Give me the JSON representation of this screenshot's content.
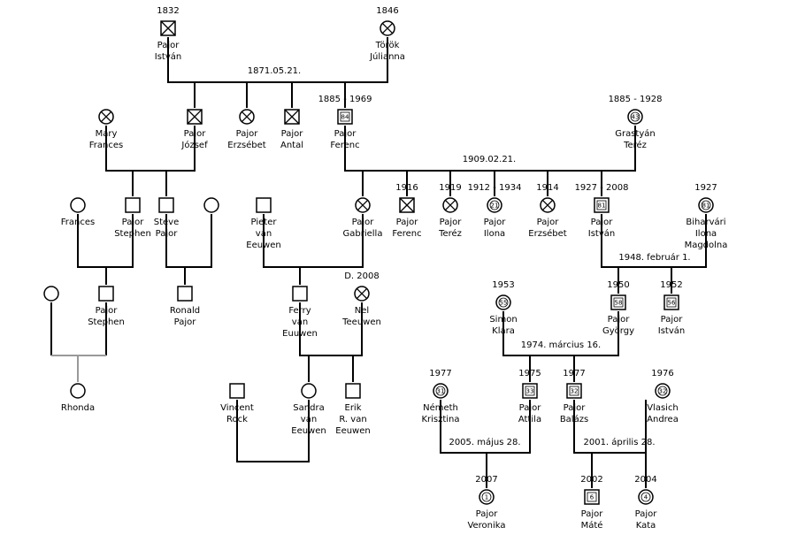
{
  "marriages": [
    {
      "id": "m1",
      "date": "1871.05.21."
    },
    {
      "id": "m2",
      "date": "1909.02.21."
    },
    {
      "id": "m3",
      "date": "1948. február 1."
    },
    {
      "id": "m4",
      "date": "1974. március 16."
    },
    {
      "id": "m5",
      "date": "2005. május 28."
    },
    {
      "id": "m6",
      "date": "2001. április 28."
    }
  ],
  "persons": [
    {
      "id": "istvan1832",
      "sex": "m",
      "deceased": true,
      "year": "1832",
      "age": "",
      "name": [
        "Pajor",
        "István"
      ]
    },
    {
      "id": "julianna",
      "sex": "f",
      "deceased": true,
      "year": "1846",
      "age": "",
      "name": [
        "Török",
        "Júlianna"
      ]
    },
    {
      "id": "mary",
      "sex": "f",
      "deceased": true,
      "year": "",
      "age": "",
      "name": [
        "Mary",
        "Frances"
      ]
    },
    {
      "id": "jozsef",
      "sex": "m",
      "deceased": true,
      "year": "",
      "age": "",
      "name": [
        "Pajor",
        "József"
      ]
    },
    {
      "id": "erzsebet1",
      "sex": "f",
      "deceased": true,
      "year": "",
      "age": "",
      "name": [
        "Pajor",
        "Erzsébet"
      ]
    },
    {
      "id": "antal",
      "sex": "m",
      "deceased": true,
      "year": "",
      "age": "",
      "name": [
        "Pajor",
        "Antal"
      ]
    },
    {
      "id": "ferenc1885",
      "sex": "m",
      "deceased": false,
      "year": "1885 - 1969",
      "age": "84",
      "name": [
        "Pajor",
        "Ferenc"
      ]
    },
    {
      "id": "grastyan",
      "sex": "f",
      "deceased": false,
      "year": "1885 - 1928",
      "age": "43",
      "name": [
        "Grastyán",
        "Teréz"
      ]
    },
    {
      "id": "frances",
      "sex": "f",
      "deceased": false,
      "year": "",
      "age": "",
      "name": [
        "Frances"
      ]
    },
    {
      "id": "stephen1",
      "sex": "m",
      "deceased": false,
      "year": "",
      "age": "",
      "name": [
        "Pajor",
        "Stephen"
      ]
    },
    {
      "id": "steve",
      "sex": "m",
      "deceased": false,
      "year": "",
      "age": "",
      "name": [
        "Steve",
        "Pajor"
      ]
    },
    {
      "id": "steve_wife",
      "sex": "f",
      "deceased": false,
      "year": "",
      "age": "",
      "name": []
    },
    {
      "id": "pieter",
      "sex": "m",
      "deceased": false,
      "year": "",
      "age": "",
      "name": [
        "Pieter",
        "van",
        "Eeuwen"
      ]
    },
    {
      "id": "gabriella",
      "sex": "f",
      "deceased": true,
      "year": "",
      "age": "",
      "name": [
        "Pajor",
        "Gabriella"
      ]
    },
    {
      "id": "ferenc1916",
      "sex": "m",
      "deceased": true,
      "year": "1916",
      "age": "",
      "name": [
        "Pajor",
        "Ferenc"
      ]
    },
    {
      "id": "terez1919",
      "sex": "f",
      "deceased": true,
      "year": "1919",
      "age": "",
      "name": [
        "Pajor",
        "Teréz"
      ]
    },
    {
      "id": "ilona1912",
      "sex": "f",
      "deceased": false,
      "year": "1912 - 1934",
      "age": "21",
      "name": [
        "Pajor",
        "Ilona"
      ]
    },
    {
      "id": "erzsebet1914",
      "sex": "f",
      "deceased": true,
      "year": "1914",
      "age": "",
      "name": [
        "Pajor",
        "Erzsébet"
      ]
    },
    {
      "id": "istvan1927",
      "sex": "m",
      "deceased": false,
      "year": "1927 - 2008",
      "age": "81",
      "name": [
        "Pajor",
        "István"
      ]
    },
    {
      "id": "biharvari",
      "sex": "f",
      "deceased": false,
      "year": "1927",
      "age": "81",
      "name": [
        "Biharvári",
        "Ilona",
        "Magdolna"
      ]
    },
    {
      "id": "stephen_wife",
      "sex": "f",
      "deceased": false,
      "year": "",
      "age": "",
      "name": []
    },
    {
      "id": "stephen2",
      "sex": "m",
      "deceased": false,
      "year": "",
      "age": "",
      "name": [
        "Pajor",
        "Stephen"
      ]
    },
    {
      "id": "ronald",
      "sex": "m",
      "deceased": false,
      "year": "",
      "age": "",
      "name": [
        "Ronald",
        "Pajor"
      ]
    },
    {
      "id": "ferry",
      "sex": "m",
      "deceased": false,
      "year": "",
      "age": "",
      "name": [
        "Ferry",
        "van",
        "Euuwen"
      ]
    },
    {
      "id": "nel",
      "sex": "f",
      "deceased": true,
      "year": "D. 2008",
      "age": "",
      "name": [
        "Nel",
        "Teeuwen"
      ]
    },
    {
      "id": "simon",
      "sex": "f",
      "deceased": false,
      "year": "1953",
      "age": "55",
      "name": [
        "Simon",
        "Klára"
      ]
    },
    {
      "id": "gyorgy",
      "sex": "m",
      "deceased": false,
      "year": "1950",
      "age": "58",
      "name": [
        "Pajor",
        "György"
      ]
    },
    {
      "id": "istvan1952",
      "sex": "m",
      "deceased": false,
      "year": "1952",
      "age": "56",
      "name": [
        "Pajor",
        "István"
      ]
    },
    {
      "id": "rhonda",
      "sex": "f",
      "deceased": false,
      "year": "",
      "age": "",
      "name": [
        "Rhonda"
      ]
    },
    {
      "id": "vincent",
      "sex": "m",
      "deceased": false,
      "year": "",
      "age": "",
      "name": [
        "Vincent",
        "Rock"
      ]
    },
    {
      "id": "sandra",
      "sex": "f",
      "deceased": false,
      "year": "",
      "age": "",
      "name": [
        "Sandra",
        "van",
        "Eeuwen"
      ]
    },
    {
      "id": "erik",
      "sex": "m",
      "deceased": false,
      "year": "",
      "age": "",
      "name": [
        "Erik",
        "R. van",
        "Eeuwen"
      ]
    },
    {
      "id": "nemeth",
      "sex": "f",
      "deceased": false,
      "year": "1977",
      "age": "31",
      "name": [
        "Németh",
        "Krisztina"
      ]
    },
    {
      "id": "attila",
      "sex": "m",
      "deceased": false,
      "year": "1975",
      "age": "33",
      "name": [
        "Pajor",
        "Attila"
      ]
    },
    {
      "id": "balazs",
      "sex": "m",
      "deceased": false,
      "year": "1977",
      "age": "32",
      "name": [
        "Pajor",
        "Balázs"
      ]
    },
    {
      "id": "vlasich",
      "sex": "f",
      "deceased": false,
      "year": "1976",
      "age": "32",
      "name": [
        "Vlasich",
        "Andrea"
      ]
    },
    {
      "id": "veronika",
      "sex": "f",
      "deceased": false,
      "year": "2007",
      "age": "1",
      "name": [
        "Pajor",
        "Veronika"
      ]
    },
    {
      "id": "mate",
      "sex": "m",
      "deceased": false,
      "year": "2002",
      "age": "6",
      "name": [
        "Pajor",
        "Máté"
      ]
    },
    {
      "id": "kata",
      "sex": "f",
      "deceased": false,
      "year": "2004",
      "age": "4",
      "name": [
        "Pajor",
        "Kata"
      ]
    }
  ]
}
